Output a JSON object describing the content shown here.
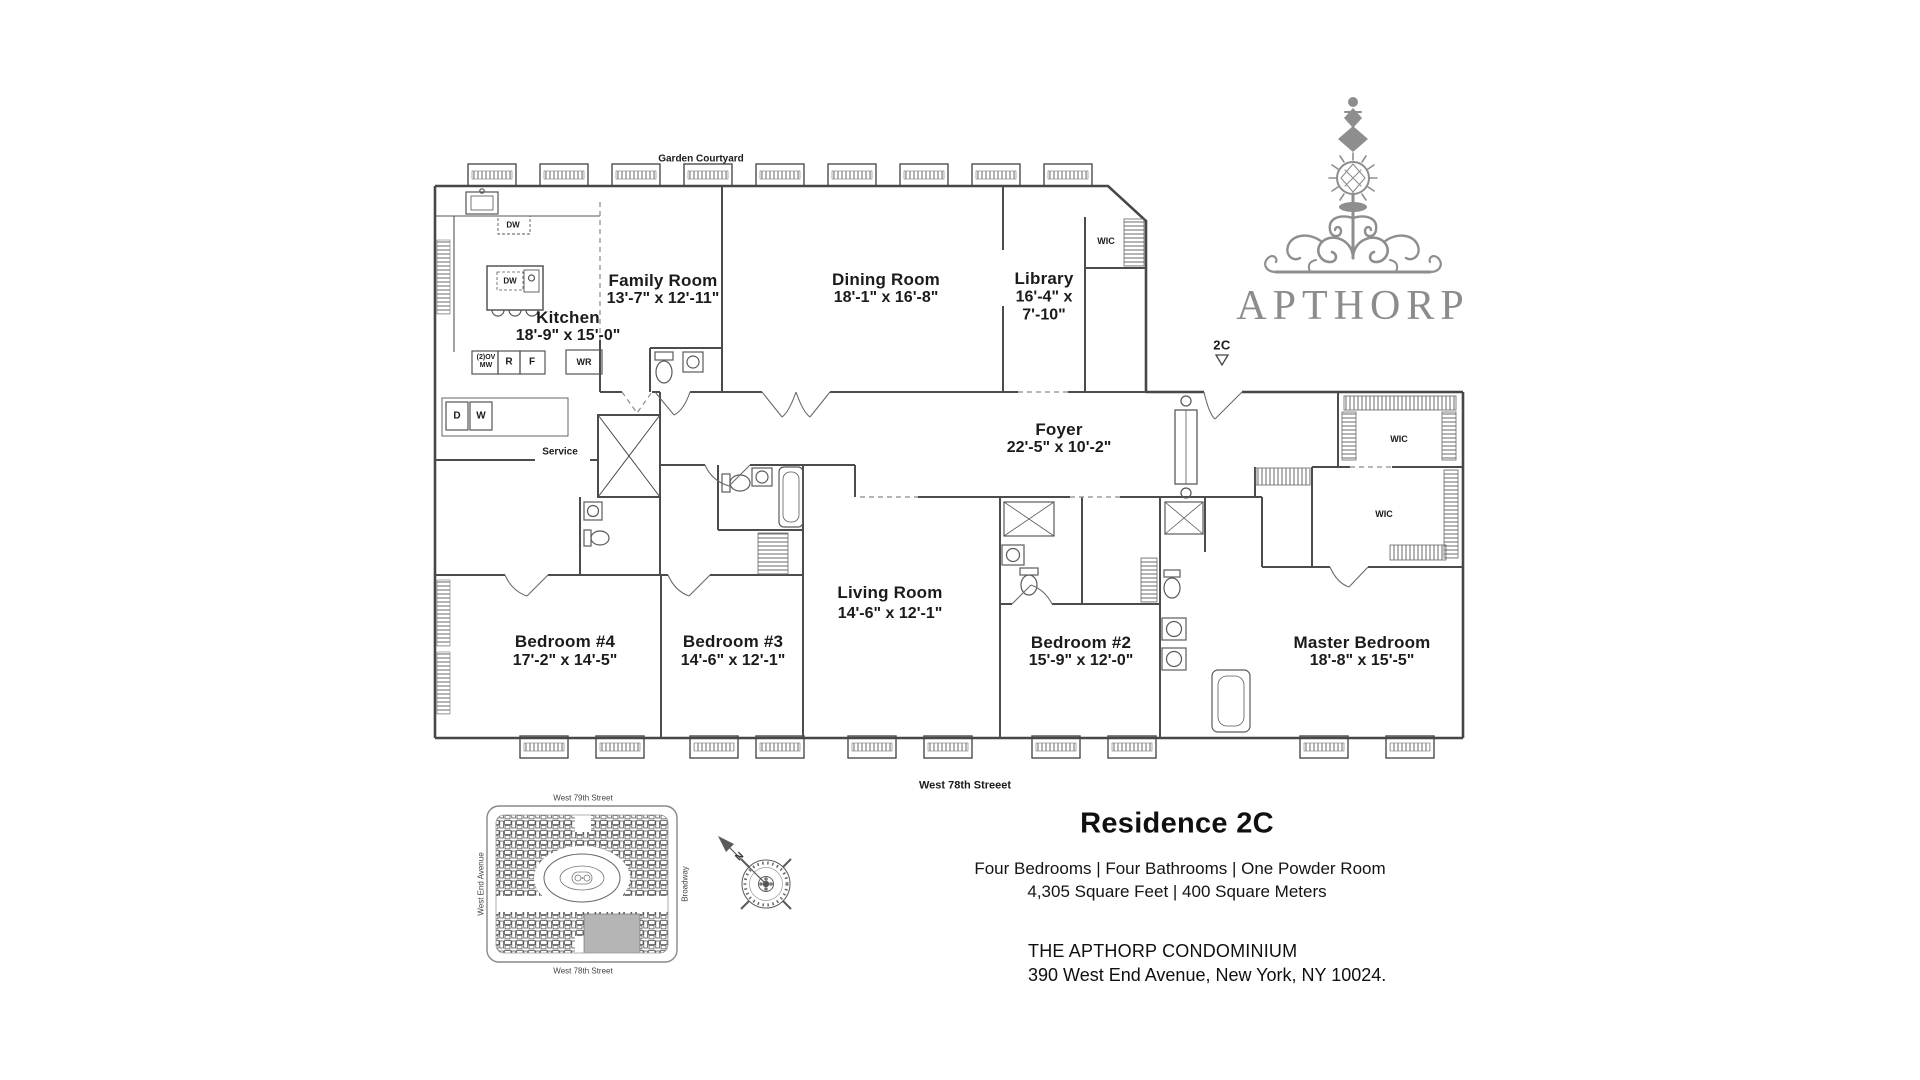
{
  "plan": {
    "courtyard_label": "Garden Courtyard",
    "street_label": "West 78th Streeet",
    "unit_marker": "2C",
    "rooms": [
      {
        "name": "Kitchen",
        "dims": "18'-9\" x 15'-0\""
      },
      {
        "name": "Family Room",
        "dims": "13'-7\" x 12'-11\""
      },
      {
        "name": "Dining Room",
        "dims": "18'-1\" x 16'-8\""
      },
      {
        "name": "Library",
        "dims": "16'-4\" x 7'-10\""
      },
      {
        "name": "Foyer",
        "dims": "22'-5\" x 10'-2\""
      },
      {
        "name": "Living Room",
        "dims": "14'-6\" x 12'-1\""
      },
      {
        "name": "Bedroom #4",
        "dims": "17'-2\" x 14'-5\""
      },
      {
        "name": "Bedroom #3",
        "dims": "14'-6\" x 12'-1\""
      },
      {
        "name": "Bedroom #2",
        "dims": "15'-9\" x 12'-0\""
      },
      {
        "name": "Master Bedroom",
        "dims": "18'-8\" x 15'-5\""
      }
    ],
    "labels": {
      "wic": "WIC",
      "service": "Service",
      "dw": "DW",
      "wr": "WR",
      "r": "R",
      "f": "F",
      "d": "D",
      "w": "W",
      "ovmw": "(2)OV MW"
    }
  },
  "logo": {
    "text": "APTHORP",
    "color": "#8c8c8c"
  },
  "keyplan": {
    "street_north": "West 79th Street",
    "street_south": "West 78th Street",
    "avenue_west": "West End Avenue",
    "avenue_east": "Broadway",
    "compass_north": "N"
  },
  "summary": {
    "title": "Residence 2C",
    "features": "Four Bedrooms | Four Bathrooms | One Powder Room",
    "area": "4,305 Square Feet | 400 Square Meters",
    "building_name": "THE APTHORP CONDOMINIUM",
    "address": "390 West End Avenue, New York, NY 10024."
  }
}
